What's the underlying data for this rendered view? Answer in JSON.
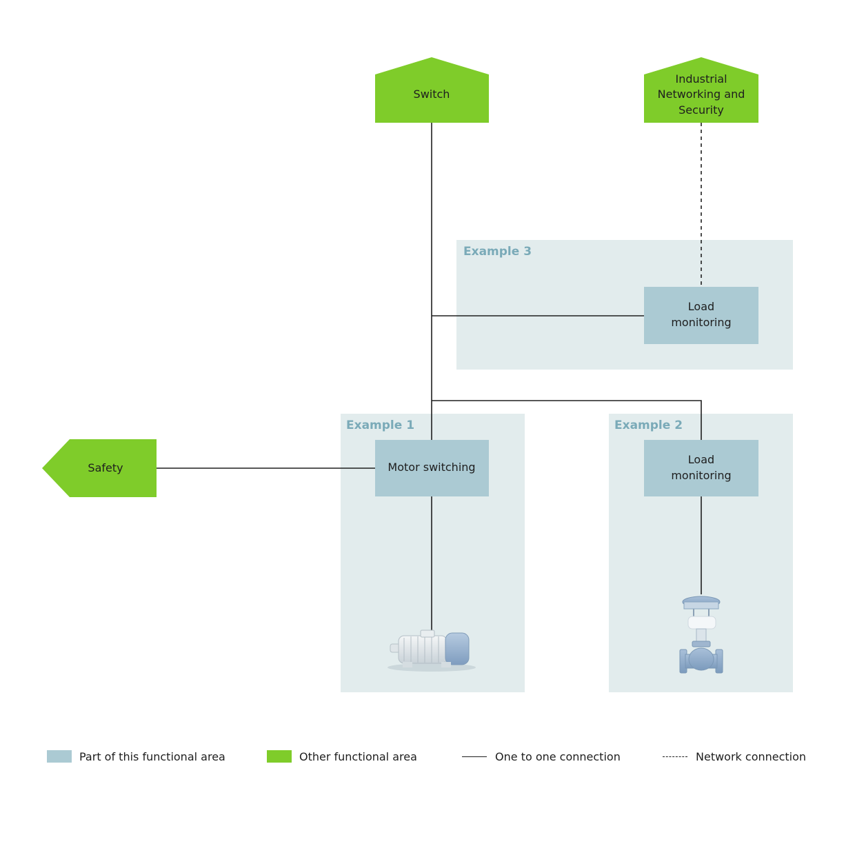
{
  "colors": {
    "part_of_area": "#abcad3",
    "other_area": "#7fcc2a",
    "example_bg": "#e2eced",
    "line": "#1e1e1e",
    "example_title": "#7aaab8"
  },
  "nodes": {
    "switch": {
      "label": "Switch"
    },
    "industrial": {
      "lines": [
        "Industrial",
        "Networking and",
        "Security"
      ]
    },
    "safety": {
      "label": "Safety"
    },
    "load_monitoring_3": {
      "lines": [
        "Load",
        "monitoring"
      ]
    },
    "motor_switching": {
      "label": "Motor switching"
    },
    "load_monitoring_2": {
      "lines": [
        "Load",
        "monitoring"
      ]
    }
  },
  "examples": {
    "example1": {
      "title": "Example 1",
      "device": "motor-icon"
    },
    "example2": {
      "title": "Example 2",
      "device": "valve-icon"
    },
    "example3": {
      "title": "Example 3"
    }
  },
  "legend": {
    "part": "Part of this functional area",
    "other": "Other functional area",
    "one_to_one": "One to one connection",
    "network": "Network connection"
  }
}
